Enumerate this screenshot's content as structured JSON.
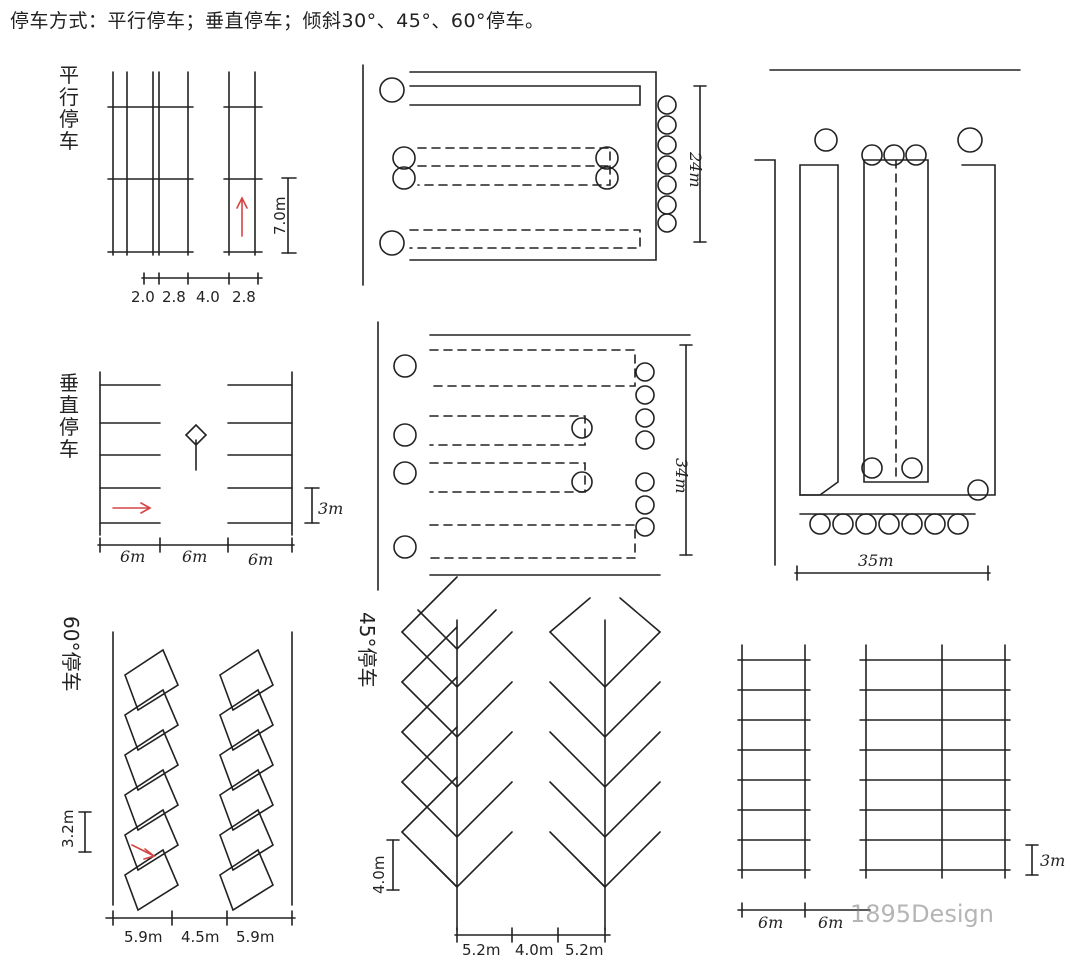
{
  "title": "停车方式：平行停车；垂直停车；倾斜30°、45°、60°停车。",
  "labels": {
    "parallel": "平行停车",
    "perpendicular": "垂直停车",
    "angle60": "60°停车",
    "angle45": "45°停车"
  },
  "dims": {
    "parallel_widths": [
      "2.0",
      "2.8",
      "4.0",
      "2.8"
    ],
    "parallel_length": "7.0m",
    "perp_widths": [
      "6m",
      "6m",
      "6m"
    ],
    "perp_spacing": "3m",
    "a60_widths": [
      "5.9m",
      "4.5m",
      "5.9m"
    ],
    "a60_spacing": "3.2m",
    "a45_widths": [
      "5.2m",
      "4.0m",
      "5.2m"
    ],
    "a45_spacing": "4.0m",
    "lot1_height": "24m",
    "lot2_height": "34m",
    "lot3_width": "35m",
    "bottom_right_widths": [
      "6m",
      "6m"
    ],
    "bottom_right_spacing": "3m"
  },
  "watermark": "1895Design",
  "colors": {
    "ink": "#222222",
    "arrow": "#d64545"
  }
}
